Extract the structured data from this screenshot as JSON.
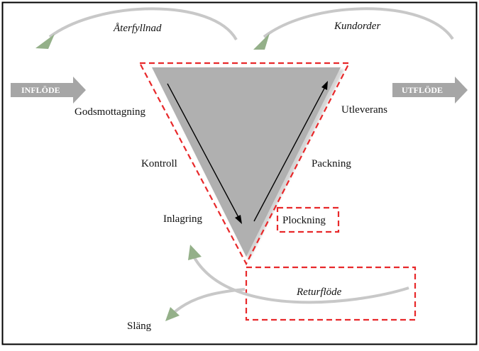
{
  "diagram": {
    "top_arrows": {
      "left_label": "Återfyllnad",
      "right_label": "Kundorder"
    },
    "block_arrows": {
      "in_label": "INFLÖDE",
      "out_label": "UTFLÖDE"
    },
    "steps": {
      "godsmottagning": "Godsmottagning",
      "kontroll": "Kontroll",
      "inlagring": "Inlagring",
      "plockning": "Plockning",
      "packning": "Packning",
      "utleverans": "Utleverans"
    },
    "return_flow": {
      "label": "Returflöde",
      "discard_label": "Släng"
    },
    "colors": {
      "triangle_fill": "#b0b0b0",
      "triangle_shadow": "#d4d4d4",
      "dashed_outline": "#e8282a",
      "curved_arrow": "#c8c8c8",
      "arrowhead_green": "#94b089",
      "block_arrow": "#a6a6a6",
      "frame": "#000000"
    }
  }
}
